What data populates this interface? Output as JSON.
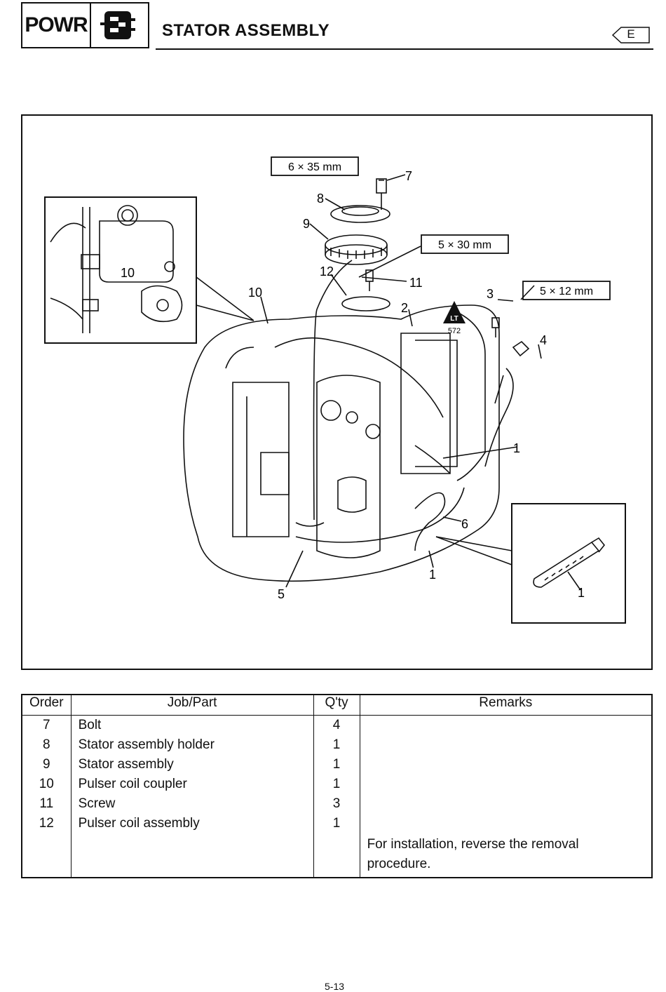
{
  "header": {
    "section_code": "POWR",
    "section_icon": "electrical-icon",
    "title": "STATOR ASSEMBLY",
    "language_mark": "E"
  },
  "diagram": {
    "dimensions": [
      "6 × 35 mm",
      "5 × 30 mm",
      "5 × 12 mm"
    ],
    "loctite_label": "LT",
    "loctite_number": "572",
    "callouts": [
      "7",
      "8",
      "9",
      "12",
      "10",
      "10",
      "11",
      "2",
      "3",
      "4",
      "1",
      "6",
      "1",
      "5",
      "1"
    ]
  },
  "table": {
    "headers": {
      "order": "Order",
      "part": "Job/Part",
      "qty": "Q'ty",
      "remarks": "Remarks"
    },
    "rows": [
      {
        "order": "7",
        "part": "Bolt",
        "qty": "4",
        "remarks": ""
      },
      {
        "order": "8",
        "part": "Stator assembly holder",
        "qty": "1",
        "remarks": ""
      },
      {
        "order": "9",
        "part": "Stator assembly",
        "qty": "1",
        "remarks": ""
      },
      {
        "order": "10",
        "part": "Pulser coil coupler",
        "qty": "1",
        "remarks": ""
      },
      {
        "order": "11",
        "part": "Screw",
        "qty": "3",
        "remarks": ""
      },
      {
        "order": "12",
        "part": "Pulser coil assembly",
        "qty": "1",
        "remarks": ""
      }
    ],
    "closing_remark_line1": "For installation, reverse the removal",
    "closing_remark_line2": "procedure."
  },
  "footer": {
    "page_number": "5-13"
  }
}
